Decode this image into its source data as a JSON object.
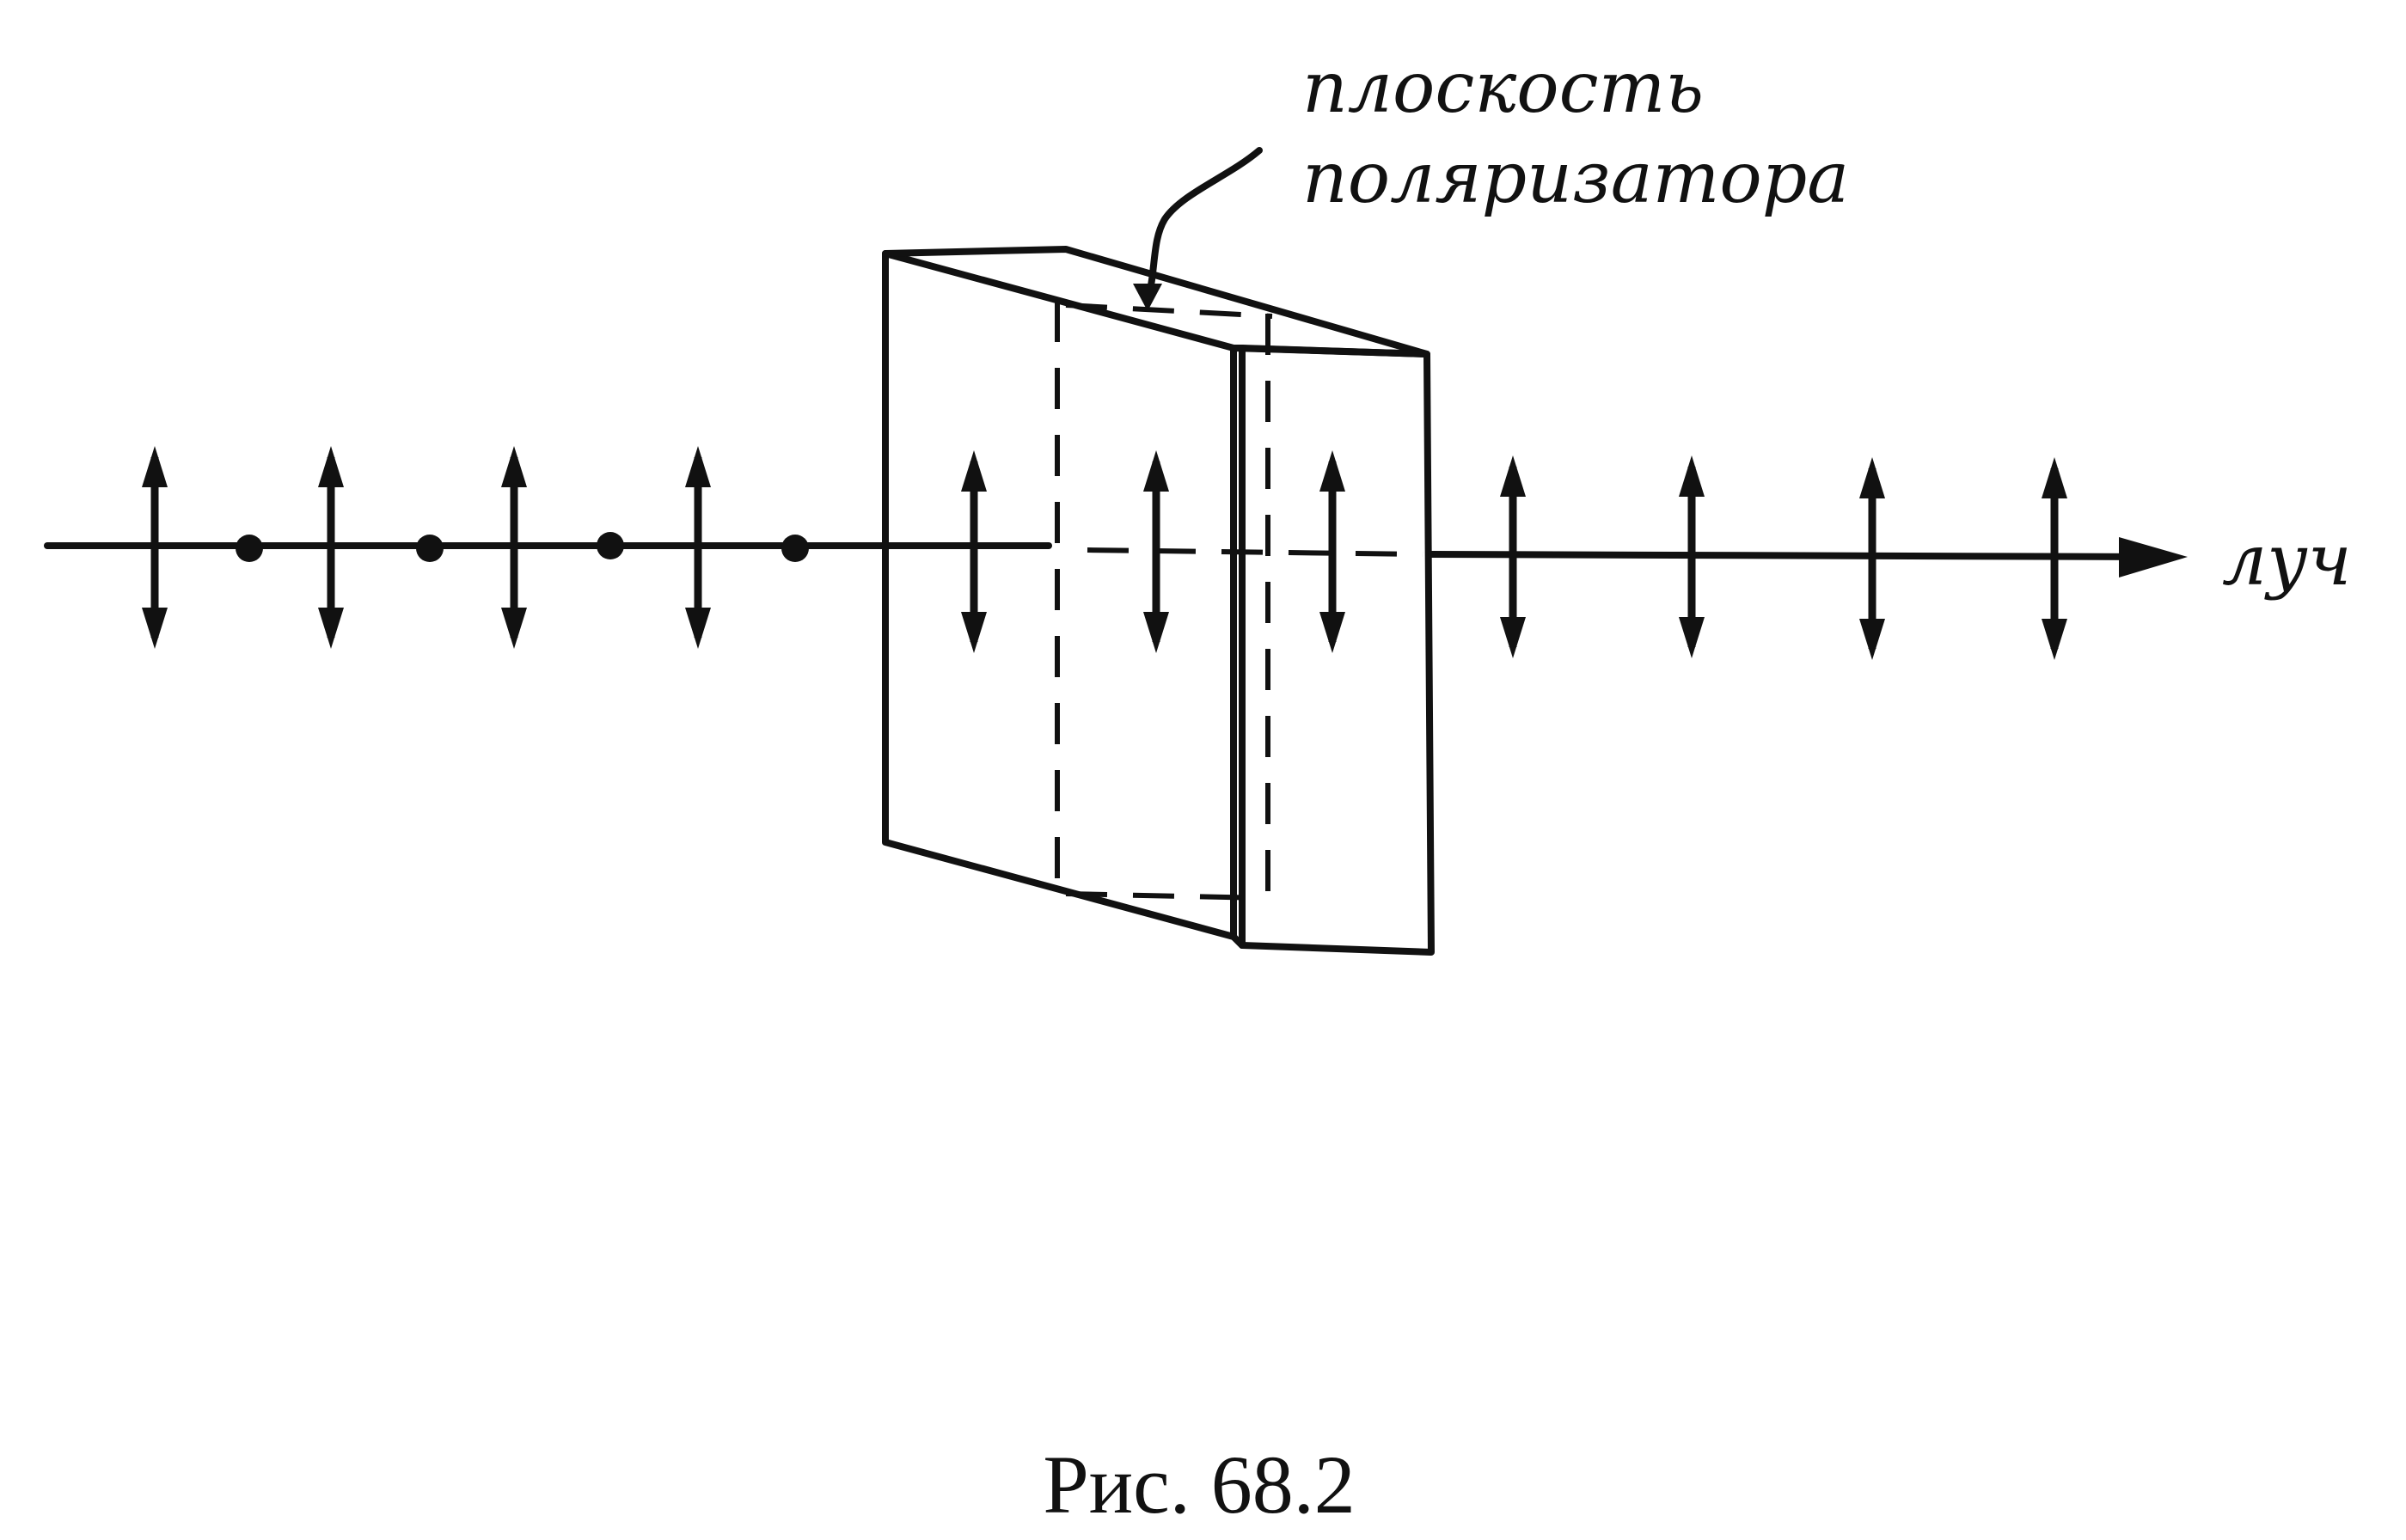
{
  "labels": {
    "polarizer_plane_line1": "плоскость",
    "polarizer_plane_line2": "поляризатора",
    "beam": "луч",
    "caption": "Рис. 68.2"
  },
  "colors": {
    "ink": "#111111",
    "background": "#ffffff"
  },
  "icons": {
    "polarization_vertical": "double-headed-vertical-arrow",
    "polarization_perpendicular": "dot"
  },
  "counts": {
    "incoming_vertical_arrows": 4,
    "incoming_dots": 4,
    "inside_polarizer_arrows": 3,
    "outgoing_vertical_arrows": 4
  }
}
